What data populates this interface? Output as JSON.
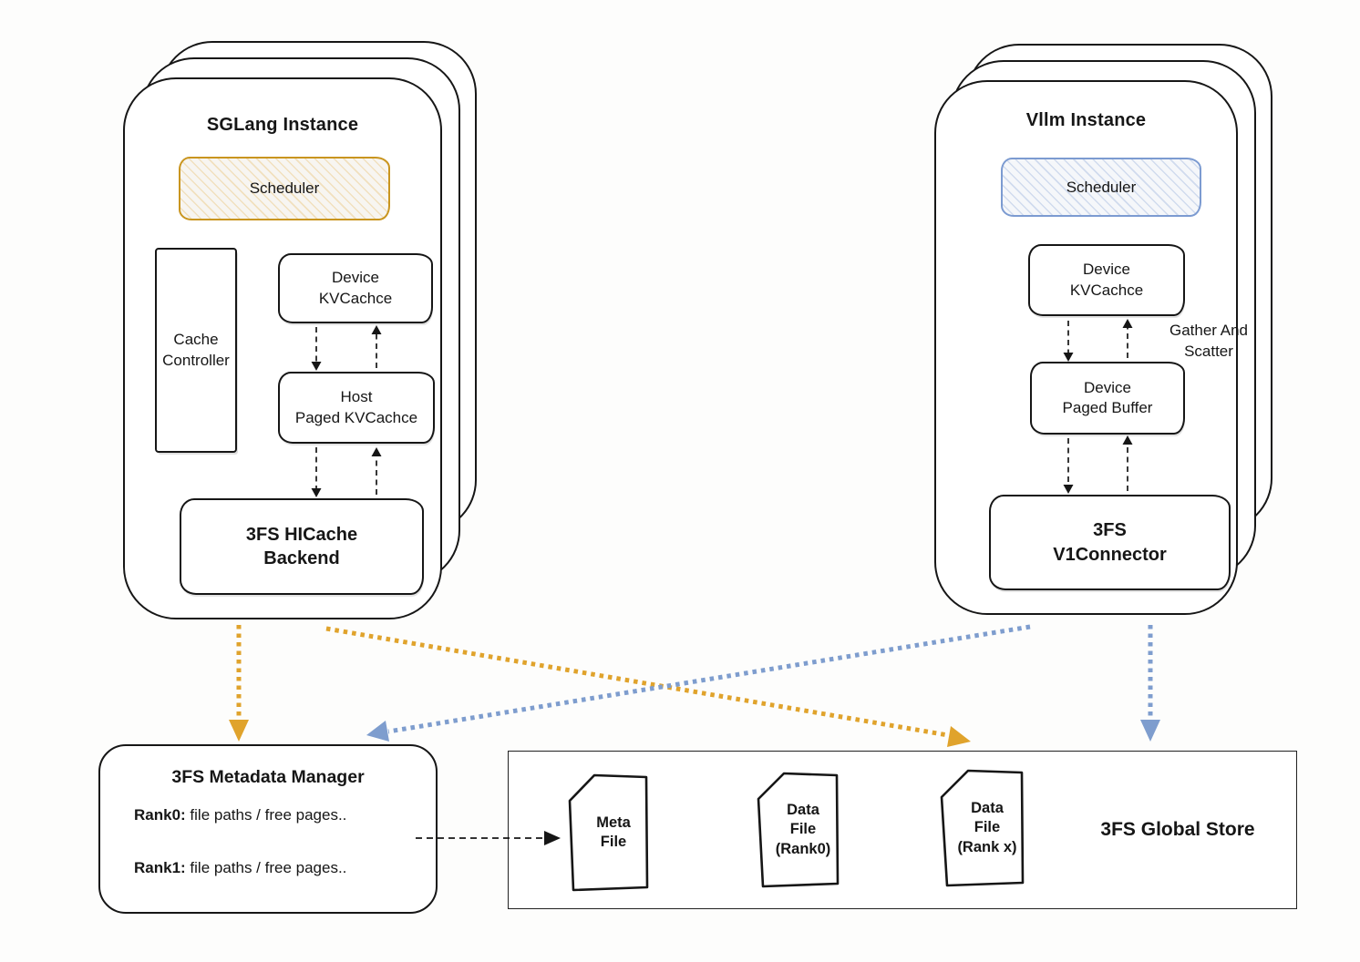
{
  "colors": {
    "ink": "#161616",
    "orange-accent": "#C9951F",
    "orange-arrow": "#E0A32C",
    "blue-accent": "#7C9BD1",
    "blue-arrow": "#7E9DCE",
    "bg": "#FDFDFC"
  },
  "sglang": {
    "title": "SGLang Instance",
    "scheduler_label": "Scheduler",
    "cache_controller_label": "Cache\nController",
    "device_kvcache_label": "Device\nKVCachce",
    "host_paged_kvcache_label": "Host\nPaged KVCachce",
    "backend_label": "3FS HICache\nBackend"
  },
  "vllm": {
    "title": "Vllm Instance",
    "scheduler_label": "Scheduler",
    "device_kvcache_label": "Device\nKVCachce",
    "gather_scatter_label": "Gather And\nScatter",
    "device_paged_buffer_label": "Device\nPaged Buffer",
    "connector_label": "3FS\nV1Connector"
  },
  "metadata_manager": {
    "title": "3FS Metadata Manager",
    "rows": [
      {
        "label": "Rank0:",
        "text": " file paths / free pages.."
      },
      {
        "label": "Rank1:",
        "text": " file paths / free pages.."
      }
    ]
  },
  "global_store": {
    "title": "3FS Global Store",
    "files": [
      {
        "label": "Meta\nFile"
      },
      {
        "label": "Data\nFile\n(Rank0)"
      },
      {
        "label": "Data\nFile\n(Rank x)"
      }
    ]
  }
}
